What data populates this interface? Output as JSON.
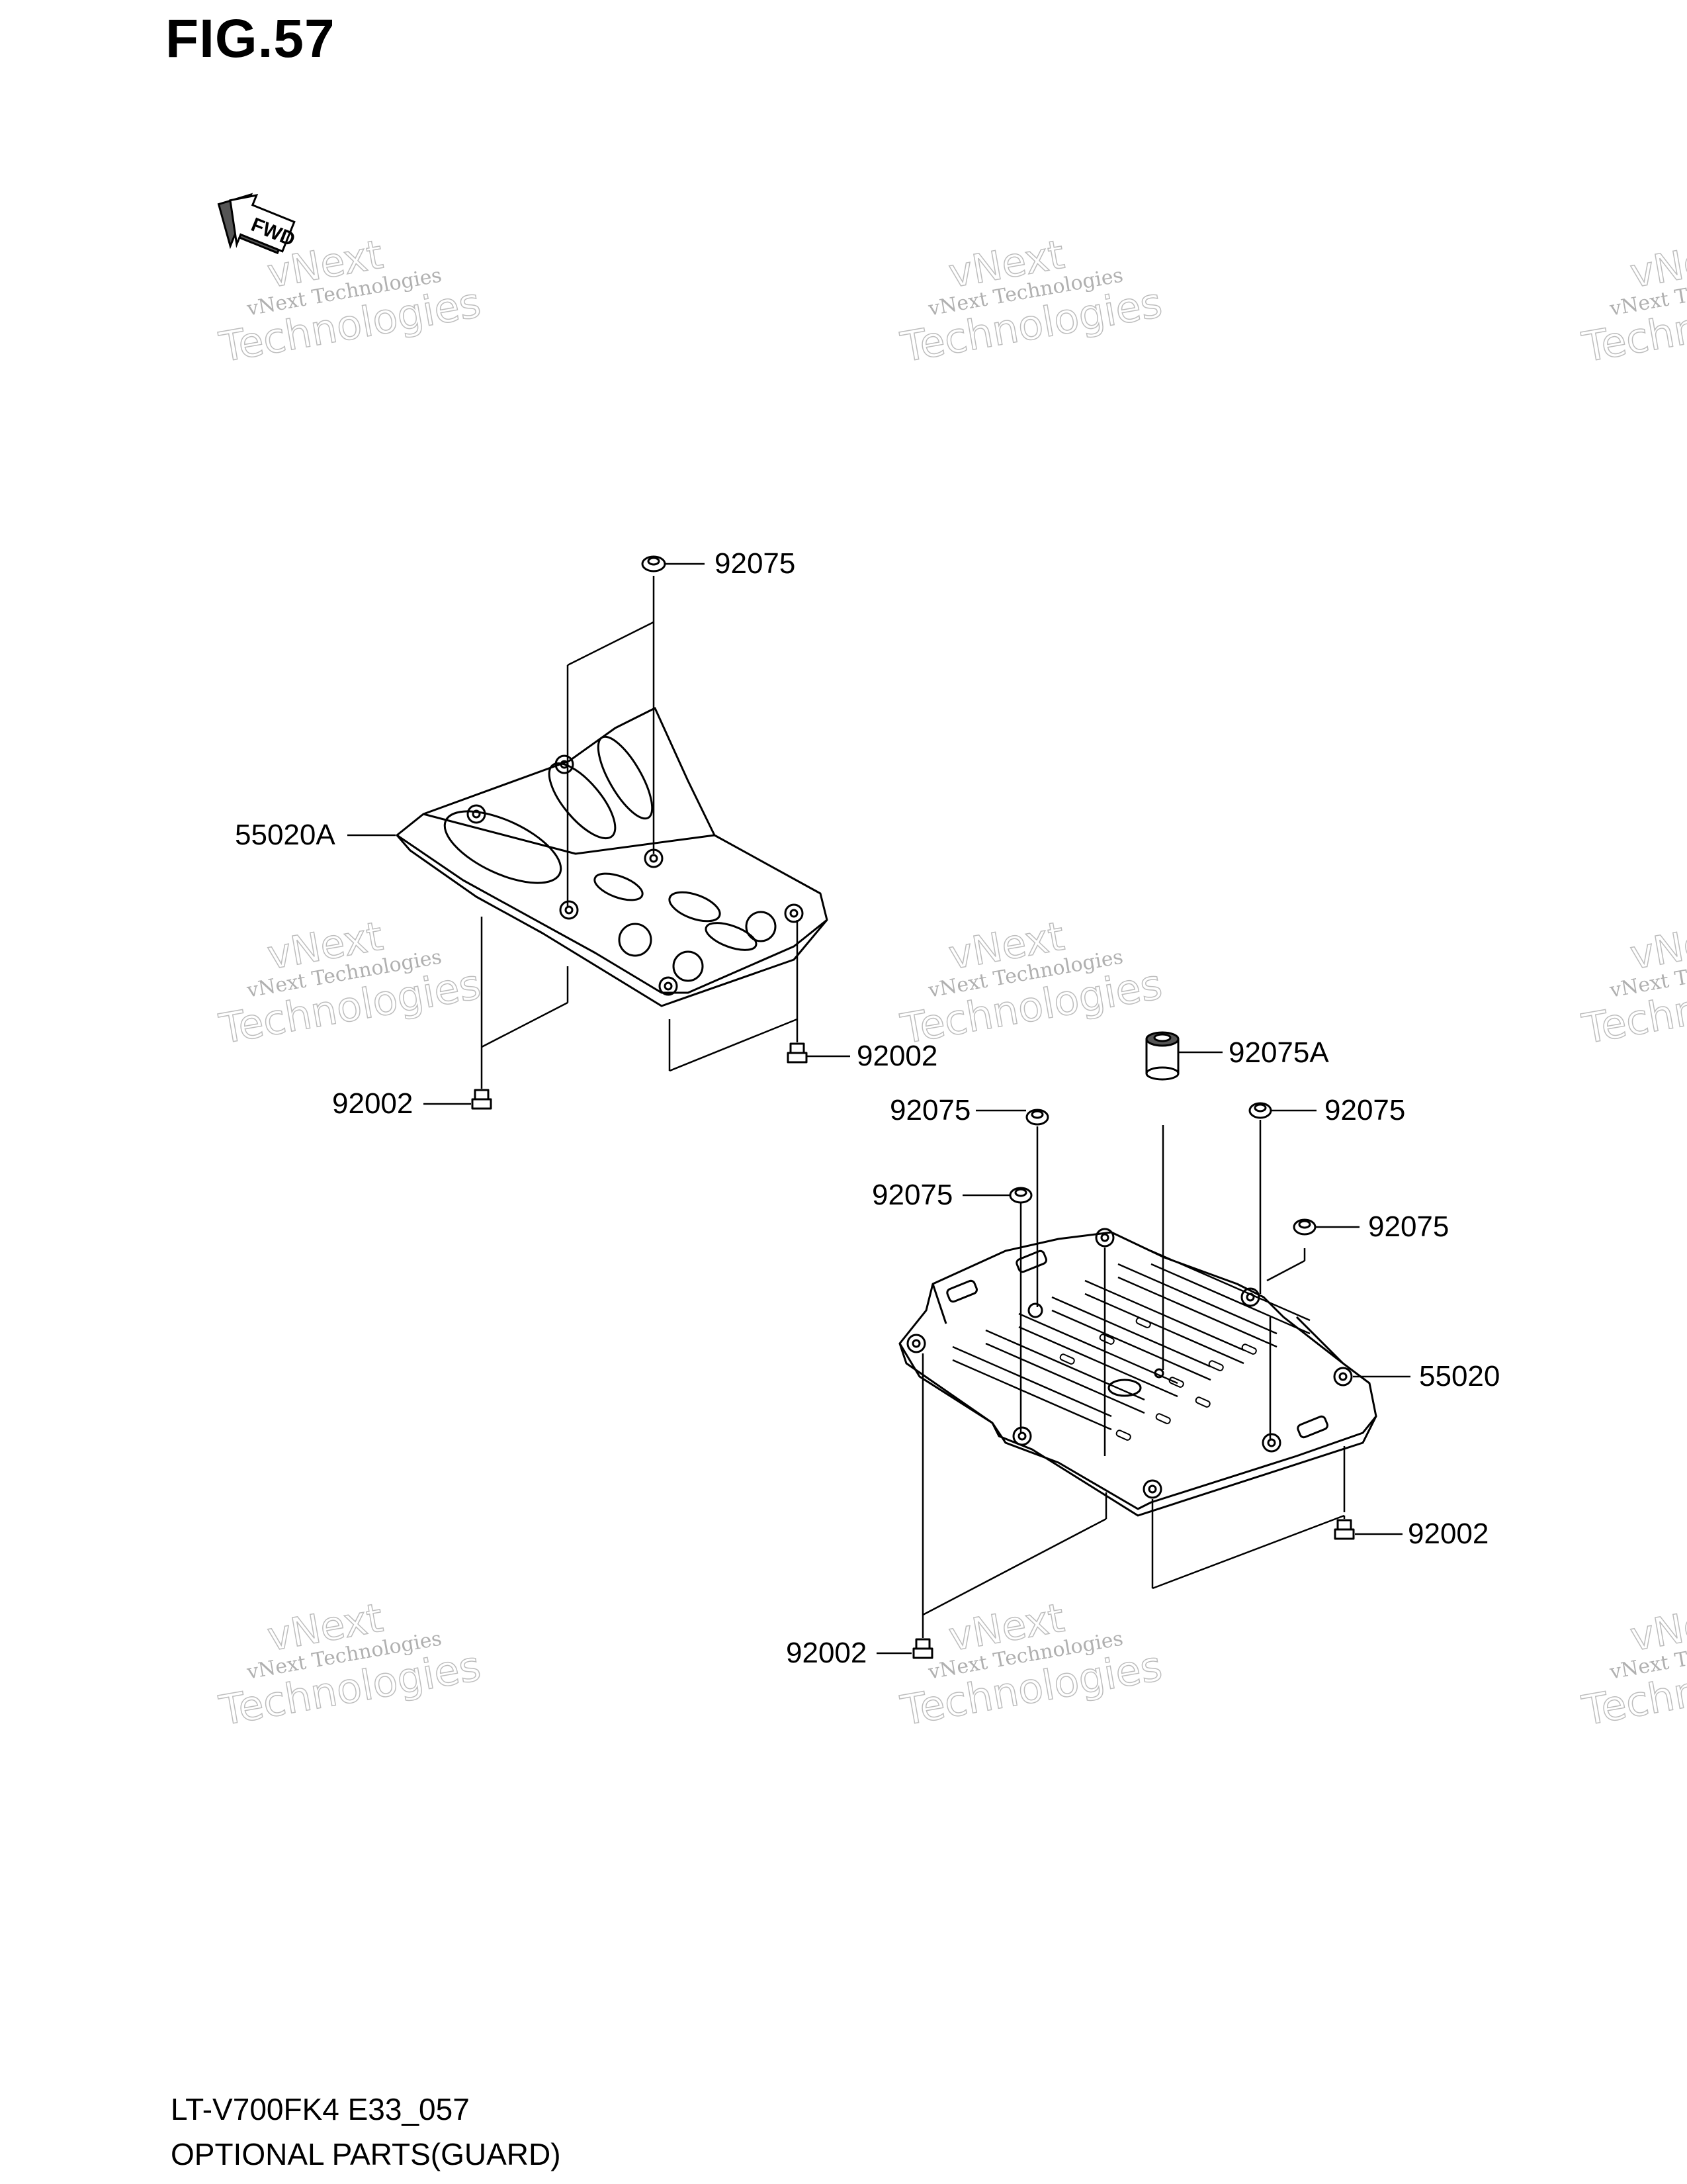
{
  "figure": {
    "title": "FIG.57"
  },
  "direction_marker": {
    "label": "FWD",
    "icon": "fwd-arrow-icon"
  },
  "watermark": {
    "line1": "vNext",
    "line2": "vNext Technologies",
    "line3": "Technologies"
  },
  "callouts": {
    "upper_nut": "92075",
    "upper_guard": "55020A",
    "upper_bolt_right": "92002",
    "upper_bolt_left": "92002",
    "spacer": "92075A",
    "nut_a": "92075",
    "nut_b": "92075",
    "nut_c": "92075",
    "nut_d": "92075",
    "lower_guard": "55020",
    "lower_bolt_right": "92002",
    "lower_bolt_left": "92002"
  },
  "footer": {
    "model_code": "LT-V700FK4 E33_057",
    "section_title": "OPTIONAL PARTS(GUARD)"
  }
}
